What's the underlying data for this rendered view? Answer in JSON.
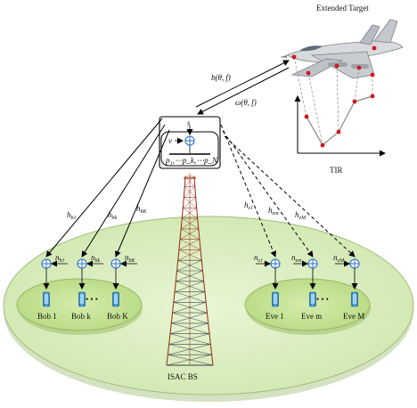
{
  "target": {
    "title": "Extended Target",
    "tir_label": "TIR"
  },
  "links": {
    "forward": "b(θ, f)",
    "backward": "ω(θ, f)"
  },
  "bs": {
    "label": "ISAC BS",
    "s_label": "s",
    "v_label": "v",
    "power_label": "p₁,⋯p_k,⋯p_N"
  },
  "bobs": {
    "channels": [
      "h_b1",
      "h_bk",
      "h_bK"
    ],
    "noises": [
      "n_b1",
      "n_bk",
      "n_bK"
    ],
    "users": [
      "Bob 1",
      "Bob k",
      "Bob K"
    ],
    "dots": "• • •"
  },
  "eves": {
    "channels": [
      "h_e1",
      "h_em",
      "h_eM"
    ],
    "noises": [
      "n_e1",
      "n_em",
      "n_eM"
    ],
    "users": [
      "Eve 1",
      "Eve m",
      "Eve M"
    ],
    "dots": "• • •"
  },
  "colors": {
    "ground": "#d4ebb4",
    "bob_cluster": "#c2e08f",
    "adder": "#2c6fc9",
    "device": "#2f8fd8",
    "node": "#d0161c",
    "tower": "#9c3a1f"
  }
}
